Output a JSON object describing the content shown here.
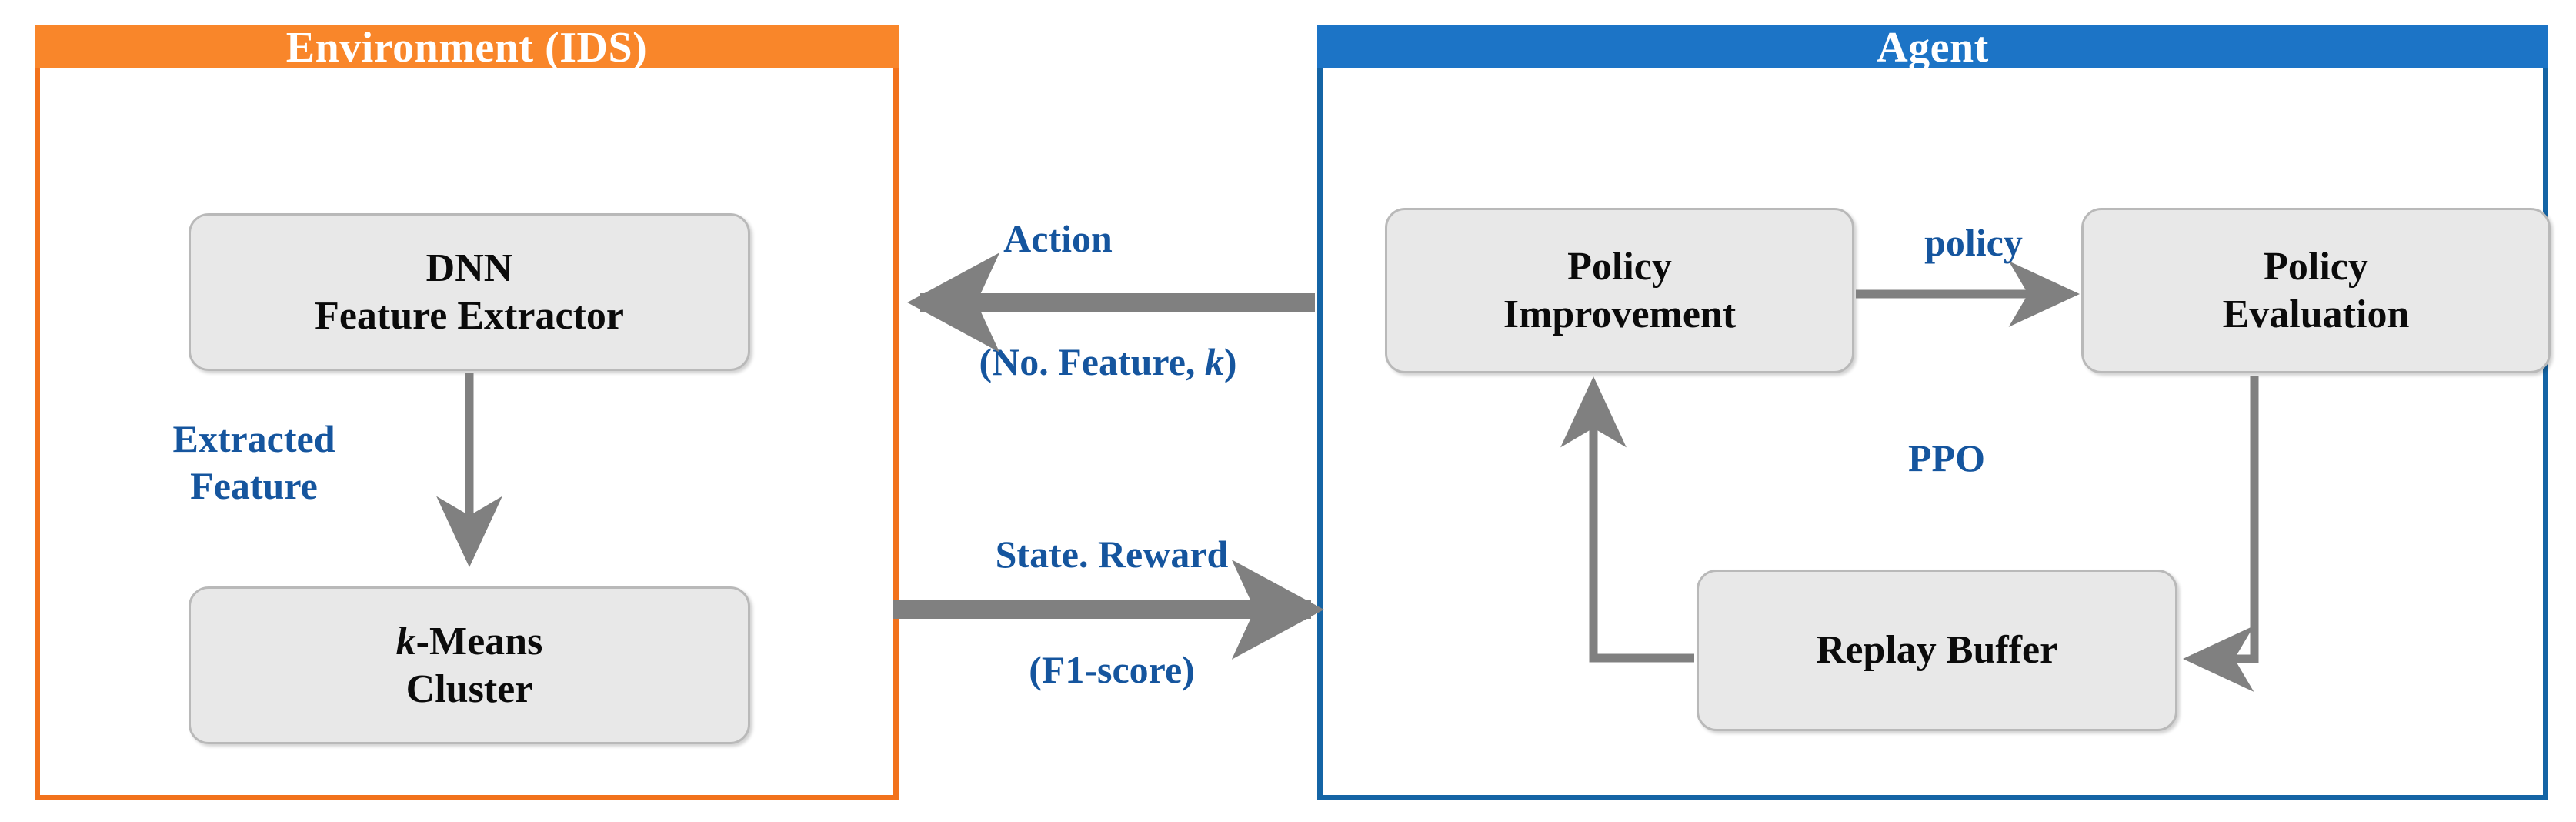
{
  "diagram": {
    "title": "Deep Reinforcement Learning IDS feature-selection loop",
    "colors": {
      "environment_header": "#F9862A",
      "environment_border": "#F2721C",
      "agent_header": "#1C74C6",
      "agent_border": "#1464A5",
      "box_fill": "#E8E8E8",
      "box_border": "#B9B9B9",
      "arrow": "#808080",
      "label_blue": "#15559E",
      "header_text": "#FFFFFF"
    }
  },
  "environment": {
    "header": "Environment (IDS)",
    "boxes": [
      {
        "id": "dnn",
        "line1": "DNN",
        "line2": "Feature Extractor"
      },
      {
        "id": "kmeans",
        "line1_italic": "k",
        "line1_rest": "-Means",
        "line2": "Cluster"
      }
    ],
    "labels": {
      "extracted_line1": "Extracted",
      "extracted_line2": "Feature"
    }
  },
  "agent": {
    "header": "Agent",
    "boxes": [
      {
        "id": "policy-improvement",
        "line1": "Policy",
        "line2": "Improvement"
      },
      {
        "id": "policy-evaluation",
        "line1": "Policy",
        "line2": "Evaluation"
      },
      {
        "id": "replay-buffer",
        "line1": "Replay Buffer"
      }
    ],
    "labels": {
      "policy": "policy",
      "algorithm": "PPO"
    }
  },
  "connections": {
    "action_label": "Action",
    "action_sub_prefix": "(No. Feature, ",
    "action_sub_italic": "k",
    "action_sub_suffix": ")",
    "state_reward_label": "State. Reward",
    "state_reward_sub": "(F1-score)"
  }
}
